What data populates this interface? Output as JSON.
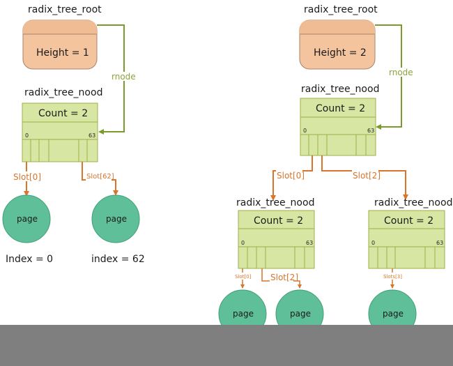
{
  "left": {
    "root_title": "radix_tree_root",
    "root_label": "Height = 1",
    "rnode_label": "rnode",
    "node_title": "radix_tree_nood",
    "node_count": "Count = 2",
    "idx_start": "0",
    "idx_end": "63",
    "slot_a_label": "Slot[0]",
    "slot_b_label": "Slot[62]",
    "page_a": "page",
    "page_b": "page",
    "index_a": "Index = 0",
    "index_b": "index = 62"
  },
  "right": {
    "root_title": "radix_tree_root",
    "root_label": "Height = 2",
    "rnode_label": "rnode",
    "node_title": "radix_tree_nood",
    "node_count": "Count = 2",
    "idx_start": "0",
    "idx_end": "63",
    "slot_a_label": "Slot[0]",
    "slot_b_label": "Slot[2]",
    "child_a": {
      "title": "radix_tree_nood",
      "count": "Count = 2",
      "idx_start": "0",
      "idx_end": "63",
      "slot_a_label": "Slot[0]",
      "slot_b_label": "Slot[2]",
      "page_a": "page",
      "page_b": "page"
    },
    "child_b": {
      "title": "radix_tree_nood",
      "count": "Count = 2",
      "idx_start": "0",
      "idx_end": "63",
      "slot_label": "Slots[3]",
      "page": "page"
    }
  },
  "colors": {
    "root_fill": "#f3c49e",
    "root_stroke": "#a8836a",
    "node_fill": "#d8e6a3",
    "node_stroke": "#9bb04a",
    "page_fill": "#5fbf99",
    "page_stroke": "#3f9e78",
    "rnode_arrow": "#7a9a2a",
    "slot_arrow": "#d9742a",
    "footer": "#7f7f7f"
  }
}
